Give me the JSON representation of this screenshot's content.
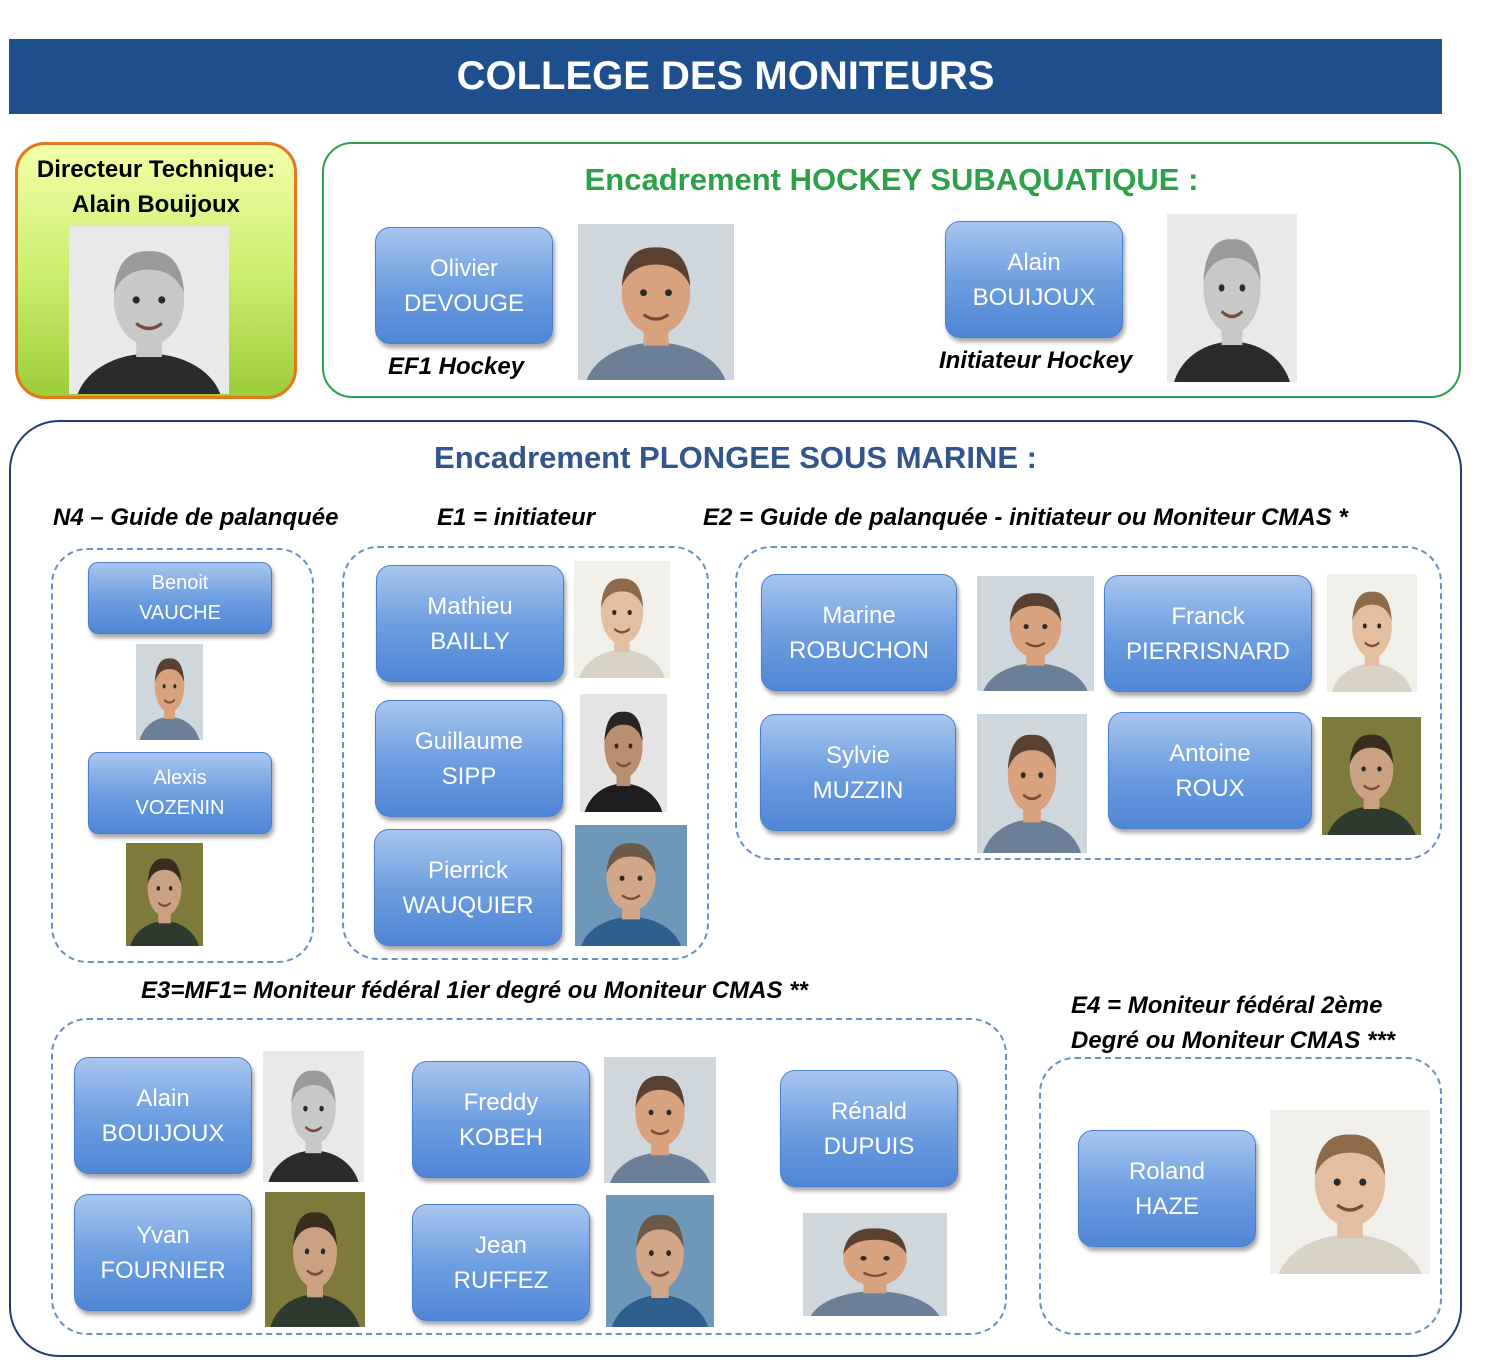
{
  "header": {
    "title": "COLLEGE DES MONITEURS"
  },
  "director": {
    "title_line1": "Directeur Technique:",
    "title_line2": "Alain Bouijoux"
  },
  "hockey": {
    "title": "Encadrement HOCKEY SUBAQUATIQUE :",
    "members": [
      {
        "first": "Olivier",
        "last": "DEVOUGE",
        "role": "EF1 Hockey"
      },
      {
        "first": "Alain",
        "last": "BOUIJOUX",
        "role": "Initiateur  Hockey"
      }
    ]
  },
  "plongee": {
    "title": "Encadrement PLONGEE SOUS MARINE :",
    "n4": {
      "label": "N4 – Guide de palanquée",
      "members": [
        {
          "first": "Benoit",
          "last": "VAUCHE"
        },
        {
          "first": "Alexis",
          "last": "VOZENIN"
        }
      ]
    },
    "e1": {
      "label": "E1 = initiateur",
      "members": [
        {
          "first": "Mathieu",
          "last": "BAILLY"
        },
        {
          "first": "Guillaume",
          "last": "SIPP"
        },
        {
          "first": "Pierrick",
          "last": "WAUQUIER"
        }
      ]
    },
    "e2": {
      "label": "E2 = Guide de palanquée  - initiateur ou Moniteur  CMAS *",
      "members": [
        {
          "first": "Marine",
          "last": "ROBUCHON"
        },
        {
          "first": "Franck",
          "last": "PIERRISNARD"
        },
        {
          "first": "Sylvie",
          "last": "MUZZIN"
        },
        {
          "first": "Antoine",
          "last": "ROUX"
        }
      ]
    },
    "e3": {
      "label": "E3=MF1= Moniteur fédéral 1ier degré ou Moniteur  CMAS **",
      "members": [
        {
          "first": "Alain",
          "last": "BOUIJOUX"
        },
        {
          "first": "Freddy",
          "last": "KOBEH"
        },
        {
          "first": "Rénald",
          "last": "DUPUIS"
        },
        {
          "first": "Yvan",
          "last": "FOURNIER"
        },
        {
          "first": "Jean",
          "last": "RUFFEZ"
        }
      ]
    },
    "e4": {
      "label_line1": "E4 = Moniteur fédéral 2ème",
      "label_line2": "Degré ou Moniteur  CMAS ***",
      "members": [
        {
          "first": "Roland",
          "last": "HAZE"
        }
      ]
    }
  }
}
